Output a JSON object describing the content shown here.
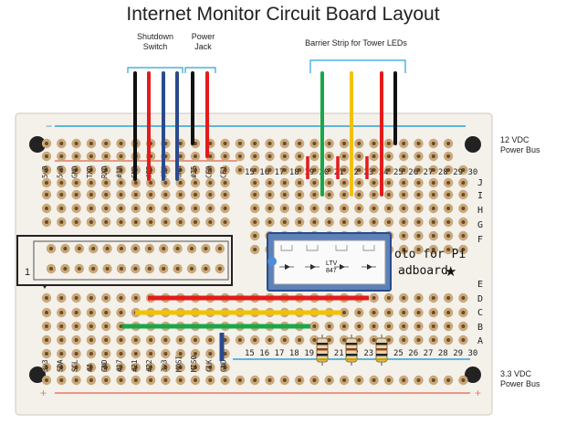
{
  "title": "Internet Monitor Circuit Board Layout",
  "labels": {
    "shutdown_line1": "Shutdown",
    "shutdown_line2": "Switch",
    "power_line1": "Power",
    "power_line2": "Jack",
    "barrier": "Barrier Strip for Tower LEDs",
    "vdc12_line1": "12 VDC",
    "vdc12_line2": "Power Bus",
    "vdc33_line1": "3.3 VDC",
    "vdc33_line2": "Power Bus"
  },
  "board": {
    "top_pins": [
      "5v0",
      "5v0",
      "GND",
      "TXD",
      "RXD",
      "#18",
      "GND",
      "#23",
      "#24",
      "GND",
      "#25",
      "CE0",
      "CE1"
    ],
    "bottom_pins": [
      "3v3",
      "SDA",
      "SCL",
      "#4",
      "GND",
      "#17",
      "#21",
      "#22",
      "3v3",
      "MOSI",
      "MISO",
      "CLK",
      "GND"
    ],
    "col_numbers": [
      "15",
      "16",
      "17",
      "18",
      "19",
      "20",
      "21",
      "22",
      "23",
      "24",
      "25",
      "26",
      "27",
      "28",
      "29",
      "30"
    ],
    "row_letters_top": [
      "J",
      "I",
      "H",
      "G",
      "F"
    ],
    "row_letters_bottom": [
      "E",
      "D",
      "C",
      "B",
      "A"
    ],
    "header_pin_label": "1",
    "brand_line1": "oto for Pi",
    "brand_line2": "adboard",
    "chip_line1": "LTV",
    "chip_line2": "847",
    "plus": "+",
    "minus": "−"
  },
  "colors": {
    "board": "#f4f0ea",
    "hole": "#c9a97a",
    "hole_center": "#6b4a2a",
    "red": "#e31b1b",
    "black": "#111111",
    "blue": "#2a4a8c",
    "green": "#18a84a",
    "yellow": "#f2c200",
    "bus_blue": "#29a3d6",
    "bus_red": "#e57b62"
  }
}
